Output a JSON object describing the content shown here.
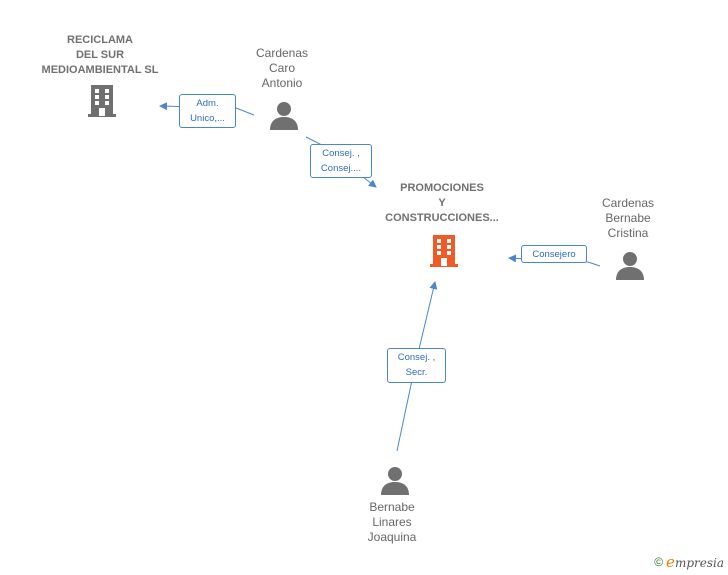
{
  "nodes": {
    "reciclama": {
      "lines": [
        "RECICLAMA",
        "DEL SUR",
        "MEDIOAMBIENTAL SL"
      ],
      "color": "#707070"
    },
    "promociones": {
      "lines": [
        "PROMOCIONES",
        "Y",
        "CONSTRUCCIONES..."
      ],
      "color": "#f15a24"
    },
    "cardenas_caro": {
      "lines": [
        "Cardenas",
        "Caro",
        "Antonio"
      ]
    },
    "cardenas_bernabe": {
      "lines": [
        "Cardenas",
        "Bernabe",
        "Cristina"
      ]
    },
    "bernabe_linares": {
      "lines": [
        "Bernabe",
        "Linares",
        "Joaquina"
      ]
    }
  },
  "edges": {
    "adm": {
      "lines": [
        "Adm.",
        "Unico,..."
      ]
    },
    "consej_consej": {
      "lines": [
        "Consej. ,",
        "Consej...."
      ]
    },
    "consejero": {
      "lines": [
        "Consejero"
      ]
    },
    "consej_secr": {
      "lines": [
        "Consej. ,",
        "Secr."
      ]
    }
  },
  "colors": {
    "edge": "#4a86d0",
    "person": "#707070"
  },
  "footer": {
    "copyright": "©",
    "brand_e": "e",
    "brand_rest": "mpresia"
  }
}
